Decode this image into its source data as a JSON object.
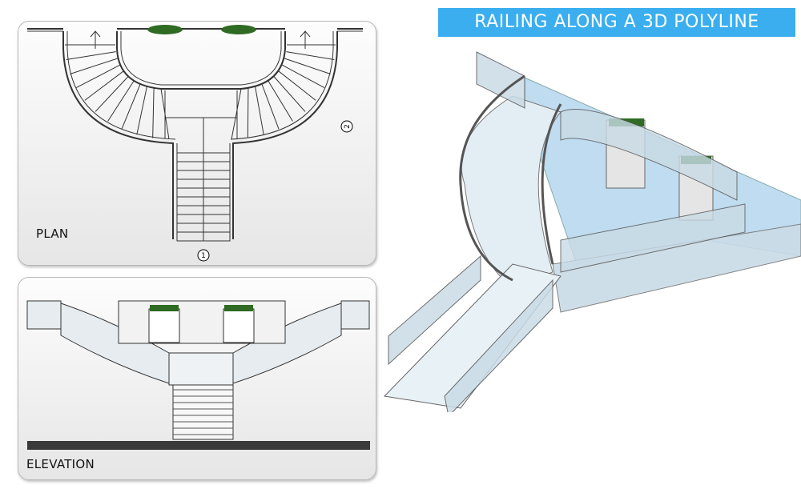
{
  "title": "RAILING ALONG A 3D POLYLINE",
  "plan": {
    "label": "PLAN",
    "marker_1": "1",
    "marker_2": "2"
  },
  "elevation": {
    "label": "ELEVATION"
  },
  "colors": {
    "title_bg": "#3aaeef",
    "glass": "#c9dbe6",
    "floor": "#bfdcf0",
    "planter": "#2f6b23"
  }
}
